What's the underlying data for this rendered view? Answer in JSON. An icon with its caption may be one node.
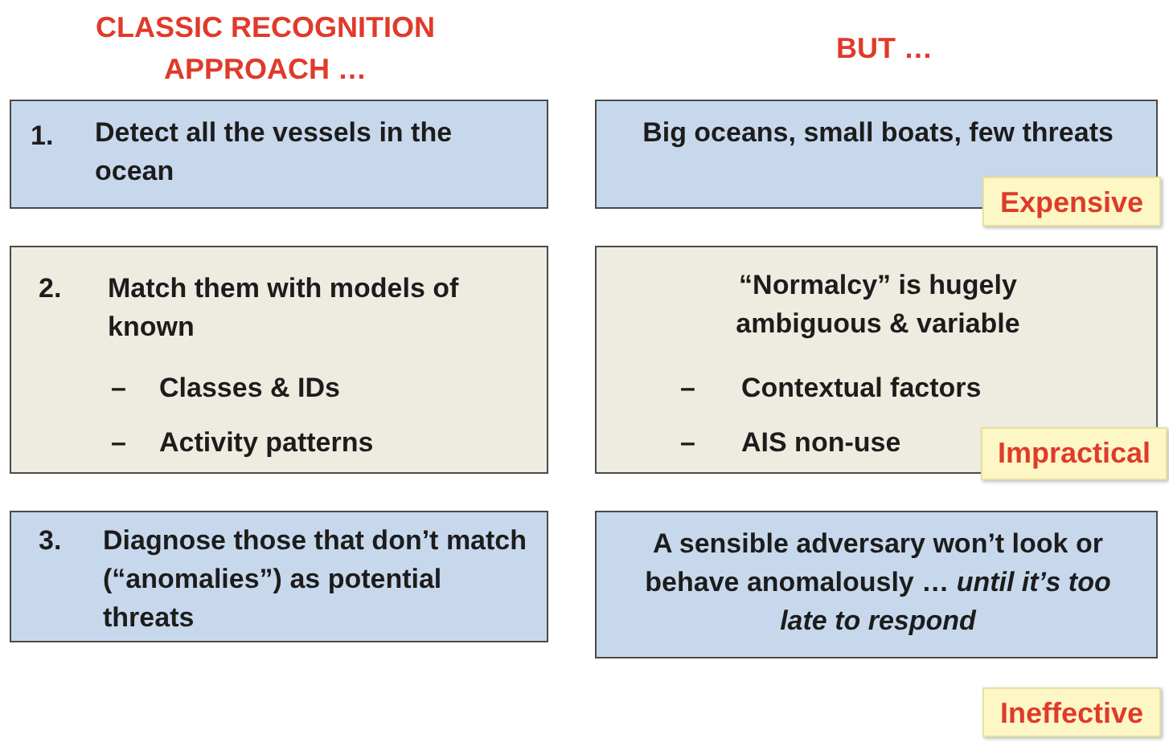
{
  "diagram": {
    "nodes": [
      {
        "text": [
          "1.",
          "Detect all the vessels in the ocean"
        ]
      },
      {
        "text": [
          "Big oceans, small boats, few threats"
        ]
      },
      {
        "text": [
          "Expensive"
        ]
      },
      {
        "text": [
          "2.",
          "Match them with models of known",
          "–",
          "Classes & IDs",
          "–",
          "Activity patterns"
        ]
      },
      {
        "text": [
          "“Normalcy” is hugely ambiguous & variable",
          "–",
          "Contextual factors",
          "–",
          "AIS non-use"
        ]
      },
      {
        "text": [
          "Impractical"
        ]
      },
      {
        "text": [
          "3.",
          "Diagnose those that don’t match (“anomalies”) as potential threats"
        ]
      },
      {
        "text": [
          "A sensible adversary won’t look or behave anomalously … *until it’s too late to respond*"
        ]
      },
      {
        "text": [
          "Ineffective"
        ]
      }
    ],
    "labels": [
      "CLASSIC RECOGNITION APPROACH …",
      "BUT …"
    ]
  }
}
